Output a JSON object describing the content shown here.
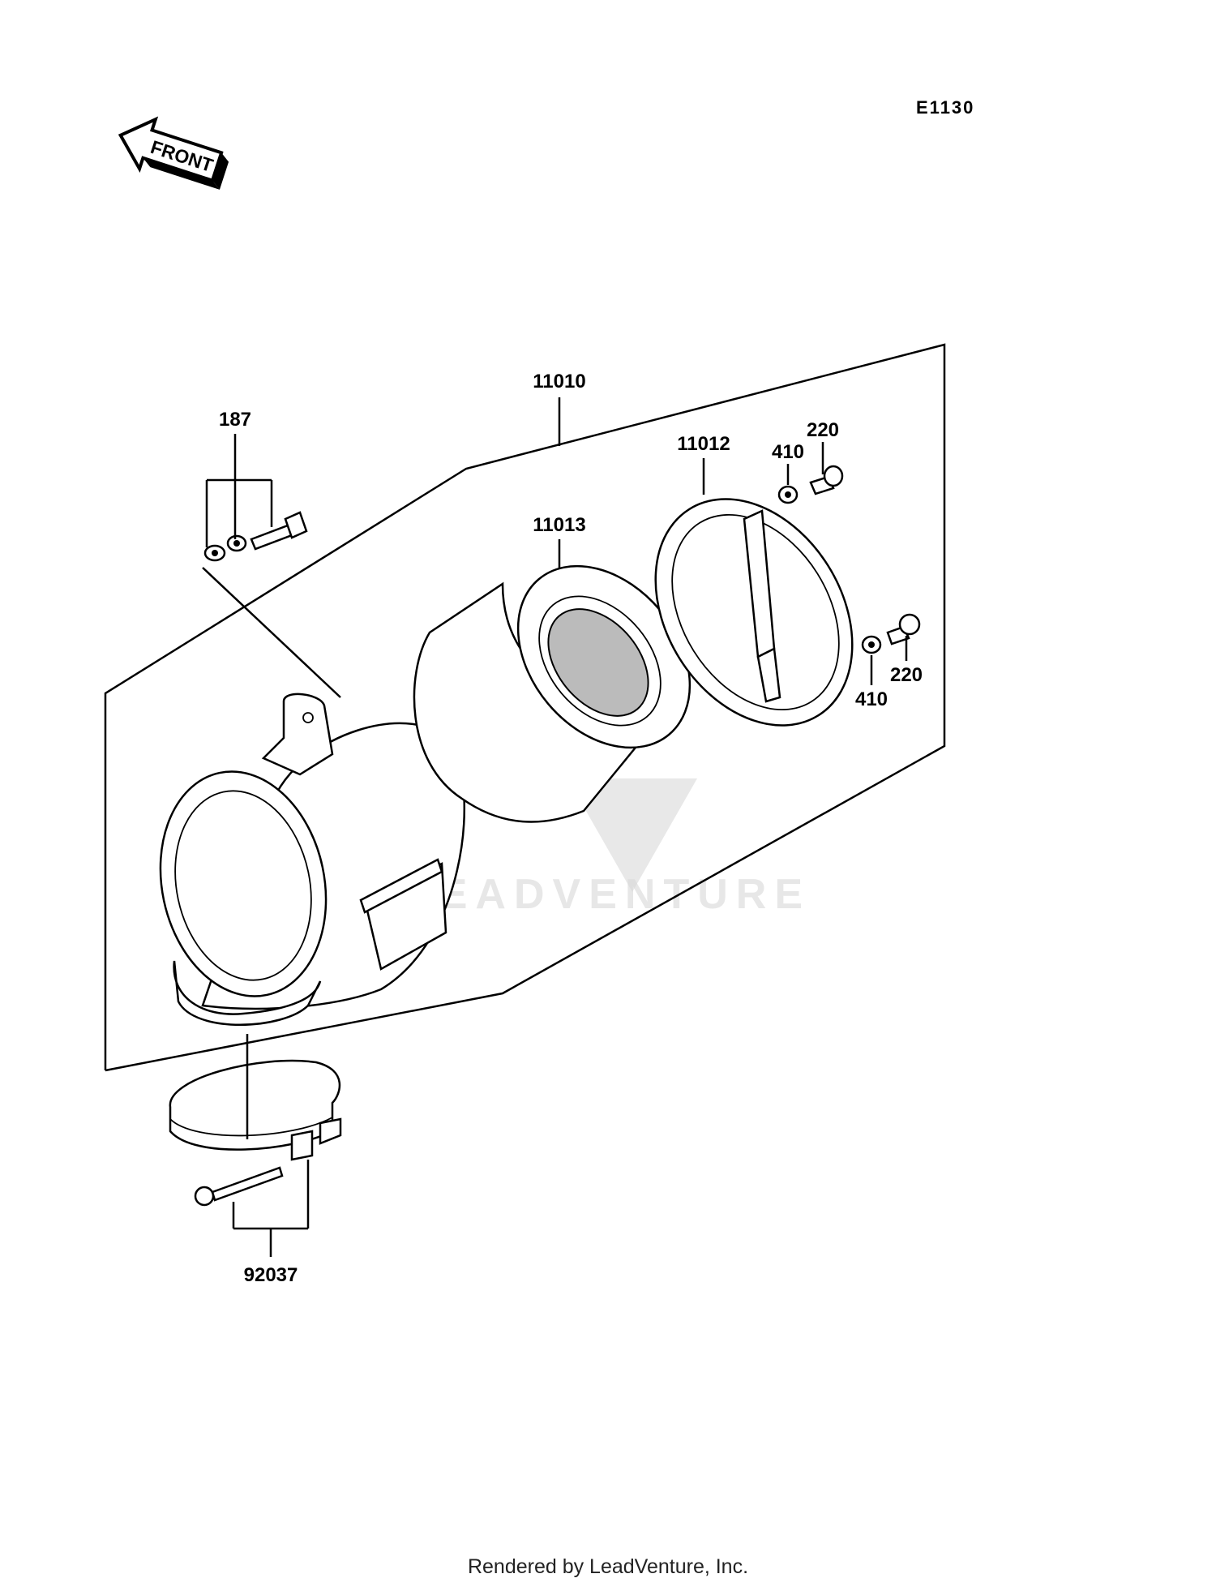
{
  "diagram_code": "E1130",
  "front_arrow_label": "FRONT",
  "watermark_text": "LEADVENTURE",
  "footer_text": "Rendered by LeadVenture, Inc.",
  "parts": {
    "air_cleaner_assy": "11010",
    "element": "11013",
    "cover": "11012",
    "bolt_set_left": "187",
    "washer_top": "410",
    "bolt_top": "220",
    "washer_right": "410",
    "bolt_right": "220",
    "clamp": "92037"
  }
}
